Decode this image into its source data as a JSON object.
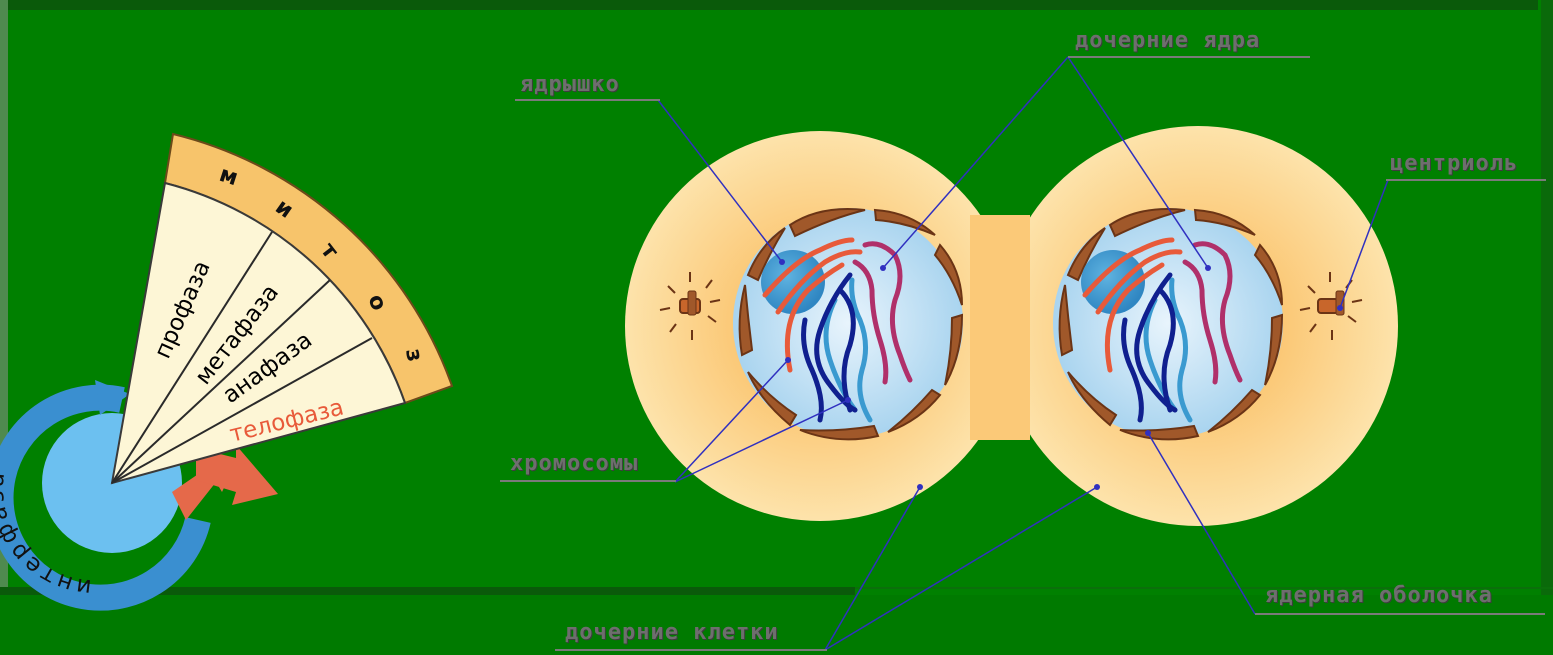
{
  "labels": {
    "nucleolus": "ядрышко",
    "daughter_nuclei": "дочерние ядра",
    "centriole": "центриоль",
    "chromosomes": "хромосомы",
    "nuclear_envelope": "ядерная оболочка",
    "daughter_cells": "дочерние клетки"
  },
  "cycle": {
    "mitosis_letters": [
      "м",
      "и",
      "т",
      "о",
      "з"
    ],
    "phases": [
      "профаза",
      "метафаза",
      "анафаза",
      "телофаза"
    ],
    "interphase": "интерфаза"
  },
  "colors": {
    "background": "#008000",
    "cell": "#fcd589",
    "nucleus": "#cfe7f7",
    "envelope": "#a0582a",
    "label_text": "#6e6e6e",
    "phase_text": "#000000",
    "telophase_text": "#e85a3a",
    "mitosis_band": "#f7c46b",
    "phase_fill": "#fdf6d6",
    "interphase_arrow": "#3a8fd0",
    "arrow_red": "#e5694a"
  }
}
